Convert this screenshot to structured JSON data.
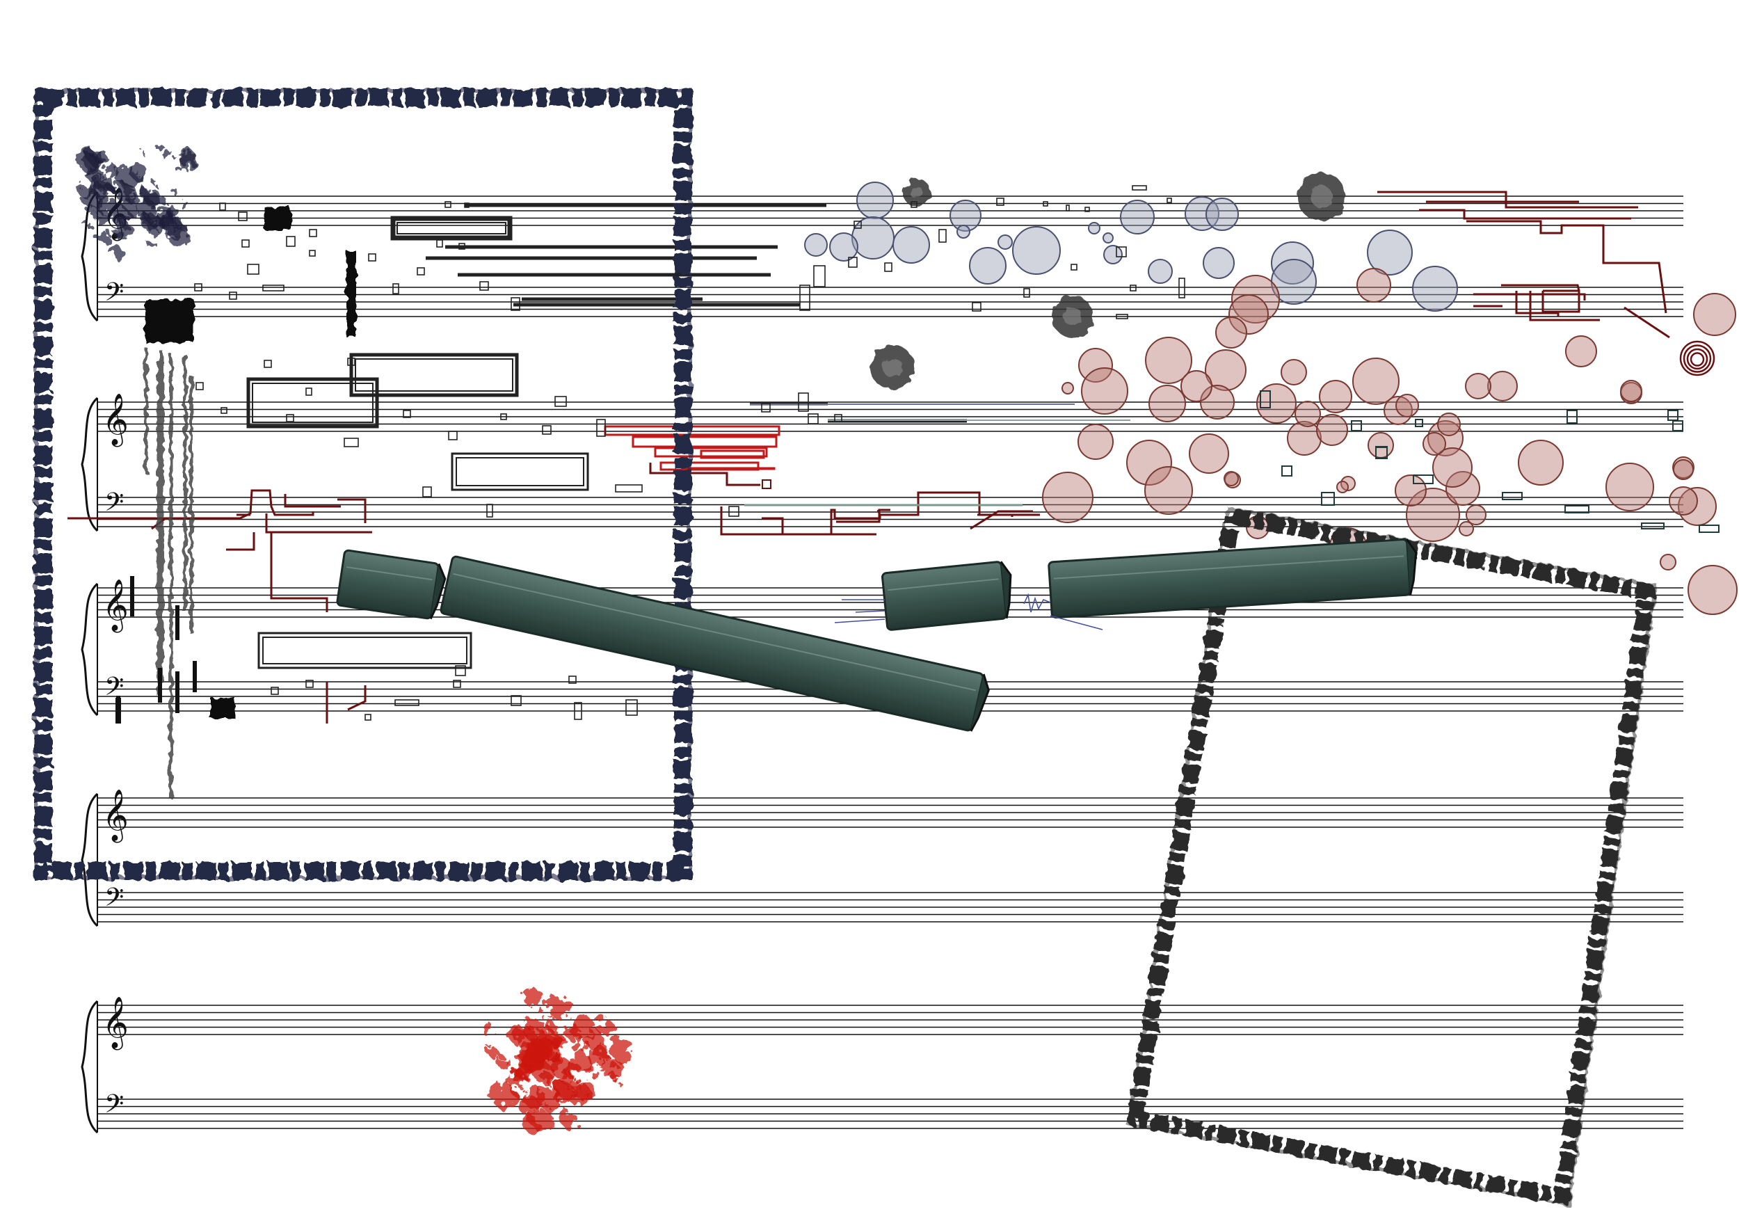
{
  "score": {
    "clefs": {
      "treble": "𝄞",
      "bass": "𝄢"
    },
    "systems": [
      {
        "id": "system-1",
        "staves": [
          "treble",
          "bass"
        ]
      },
      {
        "id": "system-2",
        "staves": [
          "treble",
          "bass"
        ]
      },
      {
        "id": "system-3",
        "staves": [
          "treble",
          "bass"
        ]
      },
      {
        "id": "system-4",
        "staves": [
          "treble",
          "bass"
        ]
      },
      {
        "id": "system-5",
        "staves": [
          "treble",
          "bass"
        ]
      }
    ],
    "colors": {
      "staff": "#111111",
      "navy-frame": "#232a44",
      "black-frame": "#2a2a2a",
      "red-lines": "#c01a1a",
      "maroon-lines": "#6b1010",
      "grey-circles": "#9aa0b4",
      "rose-circles": "#b77a74",
      "green-beams": "#3e5a52",
      "red-splatter": "#cc1a0a",
      "navy-splatter": "#1e1e3a"
    },
    "graphic_elements": [
      "navy-frame",
      "tilted-black-frame",
      "green-beams",
      "grey-circle-cluster",
      "rose-circle-cluster",
      "red-ink-splatter",
      "navy-ink-splatter",
      "red-rectangles",
      "maroon-step-lines",
      "noise-strokes"
    ]
  }
}
